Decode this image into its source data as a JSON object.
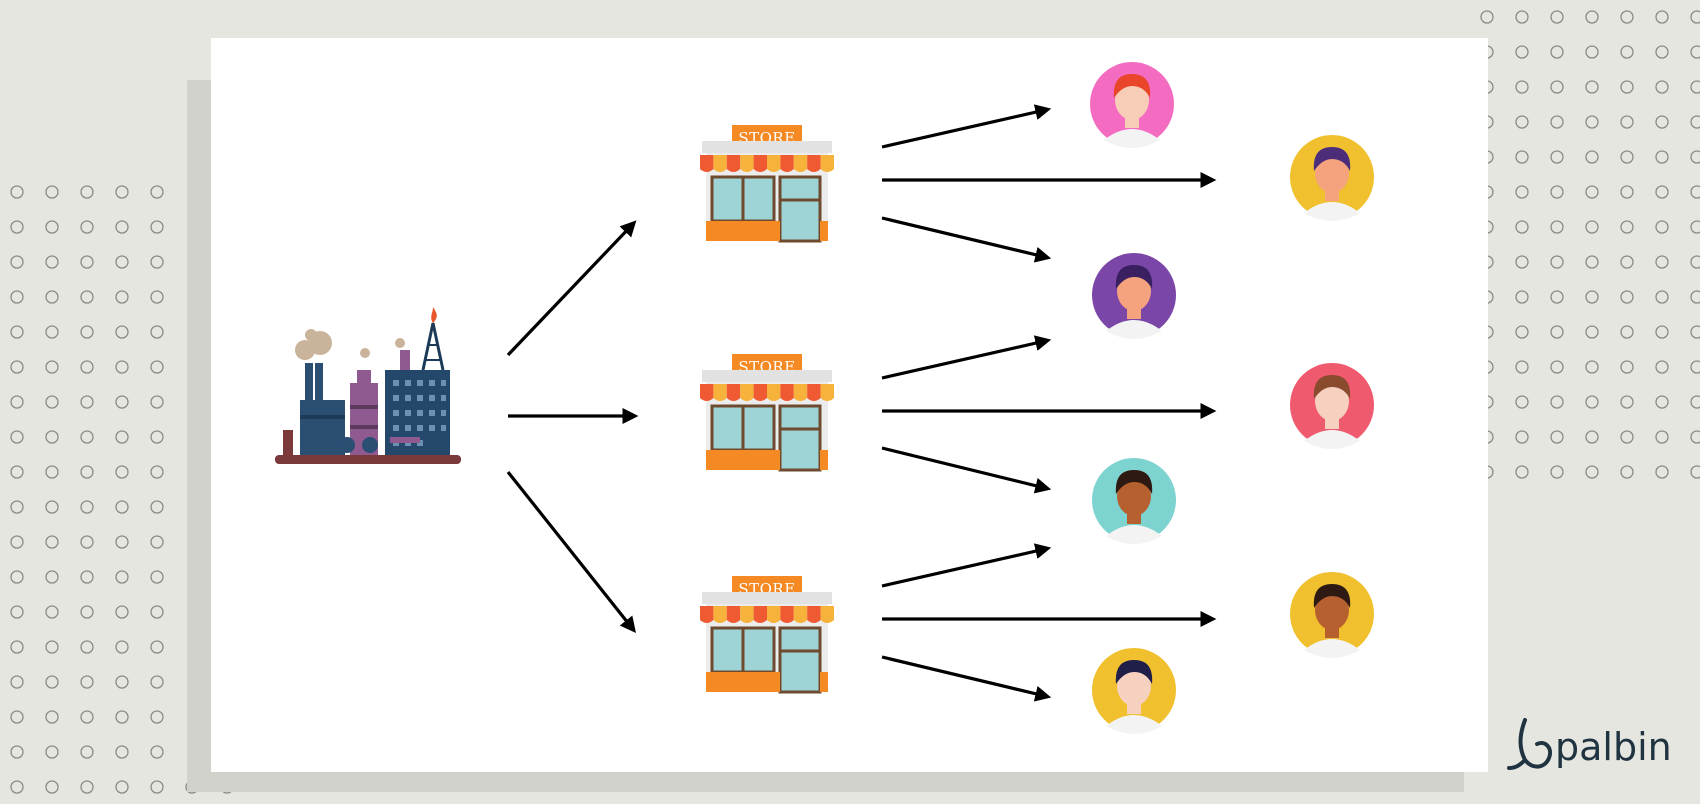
{
  "stores": [
    {
      "sign": "STORE"
    },
    {
      "sign": "STORE"
    },
    {
      "sign": "STORE"
    }
  ],
  "logo": {
    "name": "palbin",
    "icon": "fish-hook-icon"
  },
  "colors": {
    "background": "#e6e6e1",
    "panel": "#ffffff",
    "panel_shadow": "#d2d2cd",
    "arrow": "#000000",
    "store_orange": "#f58a24",
    "awning_red": "#ef5a32",
    "window_blue": "#9fd4d6"
  },
  "customers": [
    {
      "name": "customer-redhead",
      "bg": "#f36cc1",
      "hair": "#e8452b",
      "skin": "#f7cdb8"
    },
    {
      "name": "customer-purple-hair",
      "bg": "#f0c02f",
      "hair": "#4b2d7a",
      "skin": "#f5a27f"
    },
    {
      "name": "customer-woman-dark-hair",
      "bg": "#7a46a8",
      "hair": "#3a2060",
      "skin": "#f5a27f"
    },
    {
      "name": "customer-woman-brown-hair",
      "bg": "#f05a6e",
      "hair": "#8a4a2e",
      "skin": "#f7d1c0"
    },
    {
      "name": "customer-man-dark-skin",
      "bg": "#7dd3cf",
      "hair": "#2e1a12",
      "skin": "#b5602e"
    },
    {
      "name": "customer-man-beard",
      "bg": "#f0c02f",
      "hair": "#2e1a12",
      "skin": "#b5602e"
    },
    {
      "name": "customer-woman-bangs",
      "bg": "#f0c02f",
      "hair": "#1f1f4a",
      "skin": "#f7d1c0"
    }
  ]
}
